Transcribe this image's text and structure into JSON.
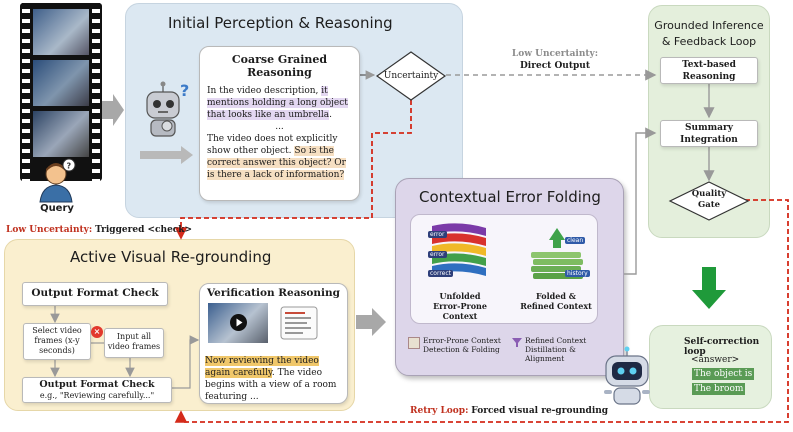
{
  "query_label": "Query",
  "initial": {
    "title": "Initial Perception & Reasoning",
    "coarse_title": "Coarse Grained Reasoning",
    "coarse_text_1a": "In the video description, ",
    "coarse_text_1b": "it mentions holding a long object that looks like an umbrella",
    "coarse_text_1c": ".",
    "ellipsis": "...",
    "coarse_text_2a": "The video does not explicitly show other object. ",
    "coarse_text_2b": "So is the correct answer this object? Or is there a lack of information?",
    "uncertainty": "Uncertainty"
  },
  "low_unc_top": {
    "label": "Low Uncertainty:",
    "value": "Direct Output"
  },
  "low_unc_bottom": {
    "label": "Low Uncertainty:",
    "value": "Triggered <check>"
  },
  "grounded": {
    "title": "Grounded Inference & Feedback Loop",
    "text_based": "Text-based Reasoning",
    "summary": "Summary Integration",
    "quality": "Quality Gate"
  },
  "contextual": {
    "title": "Contextual Error Folding",
    "tag_error": "error",
    "tag_correct": "correct",
    "tag_clean": "clean",
    "tag_history": "history",
    "unfolded": "Unfolded Error-Prone Context",
    "folded": "Folded & Refined Context",
    "legend1": "Error-Prone Context Detection & Folding",
    "legend2": "Refined Context Distillation & Alignment"
  },
  "active": {
    "title": "Active Visual Re-grounding",
    "ofc": "Output Format Check",
    "select": "Select video frames (x-y seconds)",
    "input_all": "Input all video frames",
    "ofc2": "Output Format Check",
    "ofc2_example": "e.g., \"Reviewing carefully...\"",
    "verif_title": "Verification Reasoning",
    "verif_hl": "Now reviewing the video again carefully",
    "verif_rest": ". The video begins with a view of a room featuring ..."
  },
  "selfcorr": {
    "title": "Self-correction loop",
    "answer_tag": "<answer>",
    "line1": "The object is",
    "line2": "The broom"
  },
  "retry": {
    "label": "Retry Loop:",
    "value": "Forced visual re-grounding"
  },
  "colors": {
    "initial_bg": "#dce8f2",
    "grounded_bg": "#e4efdc",
    "contextual_bg": "#ddd6ea",
    "active_bg": "#faefcf",
    "self_bg": "#e6f1df",
    "red_dash": "#d42a1a",
    "green_arrow": "#1f9a3a"
  }
}
